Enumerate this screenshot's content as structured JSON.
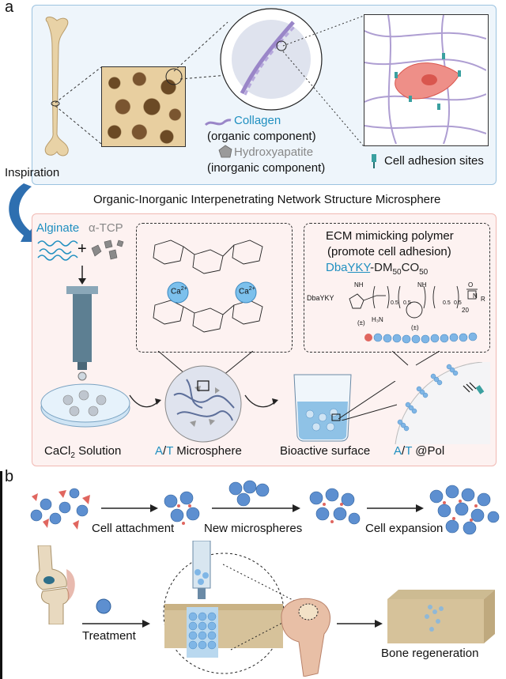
{
  "panel_a": {
    "letter": "a",
    "legend": {
      "collagen": "Collagen",
      "collagen_desc": "(organic component)",
      "hydroxyapatite": "Hydroxyapatite",
      "hydroxyapatite_desc": "(inorganic component)",
      "cell_adhesion": "Cell adhesion sites"
    },
    "inspiration": "Inspiration",
    "heading": "Organic-Inorganic Interpenetrating Network Structure Microsphere",
    "alginate": "Alginate",
    "plus": "+",
    "tcp": "α-TCP",
    "ca": "Ca",
    "ca_sup": "2+",
    "ecm_title_1": "ECM mimicking polymer",
    "ecm_title_2": "(promote cell adhesion)",
    "polymer_name": {
      "prefix": "Dba",
      "yky": "YKY",
      "mid": "-DM",
      "sub1": "50",
      "co": "CO",
      "sub2": "50"
    },
    "chem_labels": {
      "dba": "DbaYKY",
      "nh_1": "NH",
      "nh_2": "NH",
      "h3n": "H₃N",
      "pm": "(±)",
      "pm2": "(±)",
      "v1": "0.5",
      "v2": "0.5",
      "v3": "0.5",
      "v4": "0.5",
      "n": "20",
      "r": "R",
      "o": "O",
      "n_atom": "N"
    },
    "steps": {
      "cacl2_pre": "CaCl",
      "cacl2_sub": "2",
      "cacl2_post": " Solution",
      "microsphere_a": "A",
      "microsphere_slash": "/",
      "microsphere_t": "T",
      "microsphere_rest": " Microsphere",
      "bioactive": "Bioactive surface",
      "pol_a": "A",
      "pol_slash": "/",
      "pol_t": "T",
      "pol_rest": " @Pol"
    }
  },
  "panel_b": {
    "letter": "b",
    "steps": [
      "Cell attachment",
      "New microspheres",
      "Cell expansion"
    ],
    "treatment": "Treatment",
    "bone_regeneration": "Bone regeneration"
  },
  "colors": {
    "panel_a_top_bg": "#eef5fb",
    "panel_a_top_border": "#9cc3e0",
    "panel_a_bottom_bg": "#fdf2f1",
    "panel_a_bottom_border": "#f1b9b3",
    "accent_blue": "#1f8fc0",
    "bone": "#e8d2a6",
    "cell": "#e0665f",
    "microsphere": "#5d8fd0"
  }
}
